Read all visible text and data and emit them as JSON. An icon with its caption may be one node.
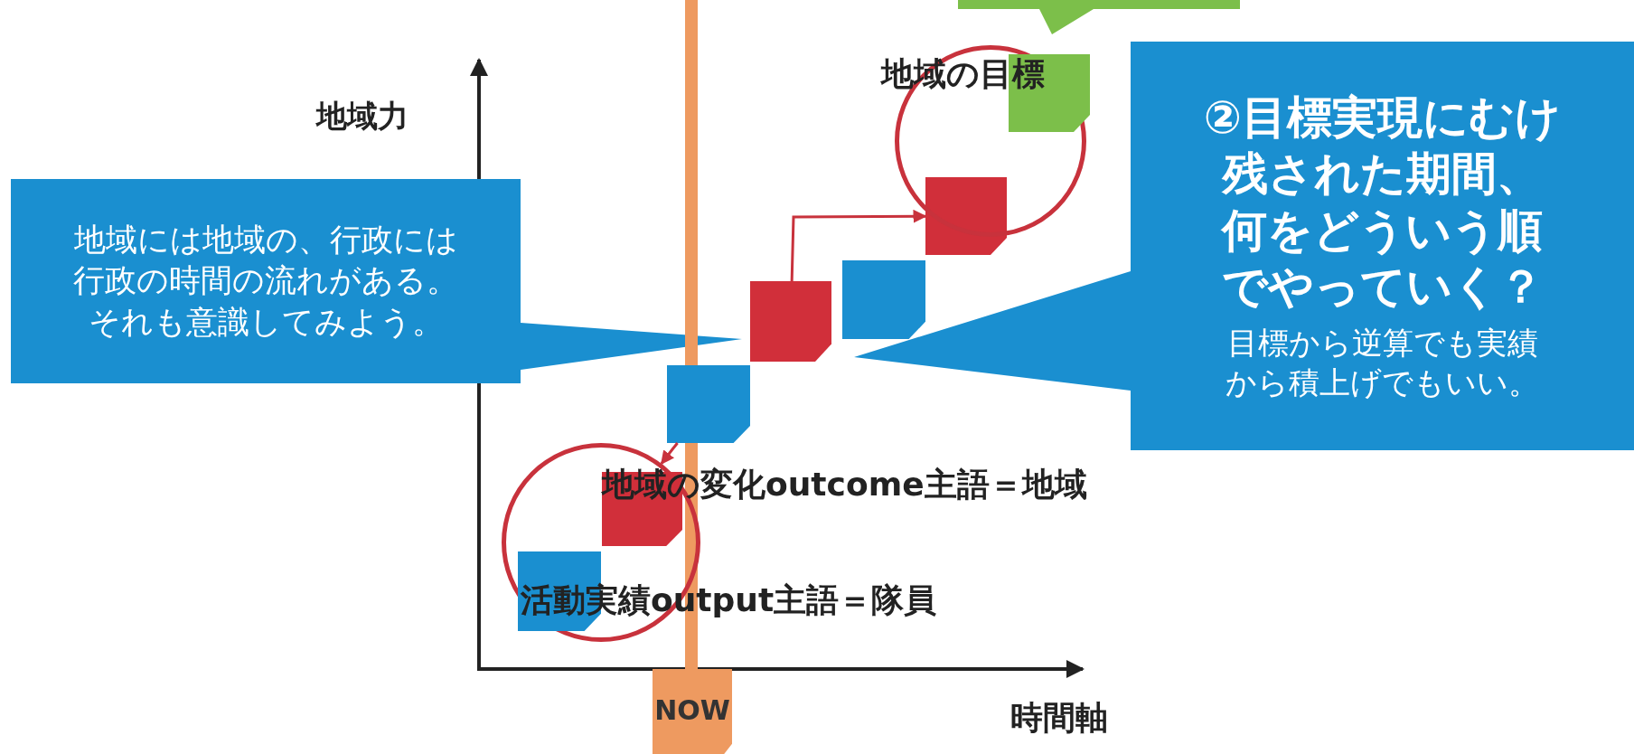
{
  "diagram": {
    "nodes": [
      {
        "text": [],
        "shape": "callout"
      },
      {
        "text": [],
        "shape": "circle"
      },
      {
        "text": [],
        "shape": "box",
        "in": 1
      },
      {
        "text": [
          "②目標実現にむけ",
          "残された期間、何をどういう順でやっていく？",
          "目標から逆算でも実績から積上げでもいい。"
        ]
      },
      {
        "text": [],
        "shape": "box"
      },
      {
        "text": [
          "地域には地域の、行政には行政の時間の流れがある。それも意識してみよう。"
        ]
      },
      {
        "text": [],
        "shape": "box"
      },
      {
        "text": [],
        "shape": "box"
      },
      {
        "text": [],
        "shape": "box"
      },
      {
        "text": [],
        "shape": "circle"
      },
      {
        "text": [],
        "shape": "box",
        "in": 9
      },
      {
        "text": [],
        "shape": "box",
        "in": 9
      },
      {
        "text": [],
        "shape": "bar"
      },
      {
        "text": [
          "NOW"
        ]
      }
    ],
    "edges": [
      {
        "from": 7,
        "to": 4,
        "arrow": "to"
      },
      {
        "from": 8,
        "to": 9,
        "arrow": "to"
      }
    ],
    "labels": [
      "地域力",
      "地域の目標",
      "地域の変化outcome主語＝地域",
      "活動実績output主語＝隊員",
      "時間軸"
    ]
  }
}
